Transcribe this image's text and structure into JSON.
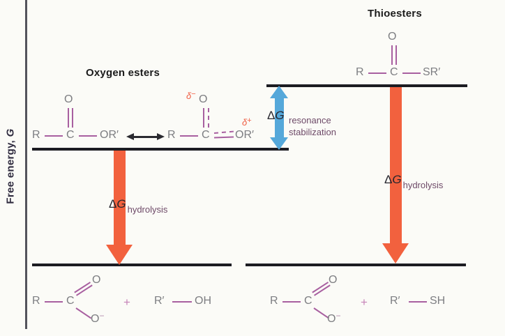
{
  "colors": {
    "hydrolysis_arrow_orange": "#f2613e",
    "resonance_arrow_blue": "#55a8da",
    "bond_purple": "#a85fa0",
    "atom_gray": "#7d7e82",
    "delta_charge_red": "#ef5f45",
    "annotation_subscript_purple": "#6e4a68",
    "level_line_black": "#1c1c22"
  },
  "axis": {
    "label_text": "Free energy, ",
    "label_symbol": "G"
  },
  "titles": {
    "oxygen_esters": "Oxygen esters",
    "thioesters": "Thioesters"
  },
  "annotations": {
    "resonance": {
      "delta": "Δ",
      "g": "G",
      "line1": "resonance",
      "line2": "stabilization"
    },
    "hydrolysis_left": {
      "delta": "Δ",
      "g": "G",
      "sub": "hydrolysis"
    },
    "hydrolysis_right": {
      "delta": "Δ",
      "g": "G",
      "sub": "hydrolysis"
    }
  },
  "structures": {
    "oxygen_ester": {
      "o": "O",
      "r": "R",
      "c": "C",
      "or_prime": "OR′"
    },
    "resonance_form": {
      "delta_minus_symbol": "δ",
      "minus": "−",
      "o": "O",
      "r": "R",
      "c": "C",
      "or_prime": "OR′",
      "delta_plus_symbol": "δ",
      "plus": "+"
    },
    "thioester": {
      "o": "O",
      "r": "R",
      "c": "C",
      "sr_prime": "SR′"
    },
    "products_left": {
      "r": "R",
      "c": "C",
      "o_top": "O",
      "o_bottom": "O",
      "charge": "−",
      "plus": "+",
      "r_prime": "R′",
      "oh": "OH"
    },
    "products_right": {
      "r": "R",
      "c": "C",
      "o_top": "O",
      "o_bottom": "O",
      "charge": "−",
      "plus": "+",
      "r_prime": "R′",
      "sh": "SH"
    }
  }
}
